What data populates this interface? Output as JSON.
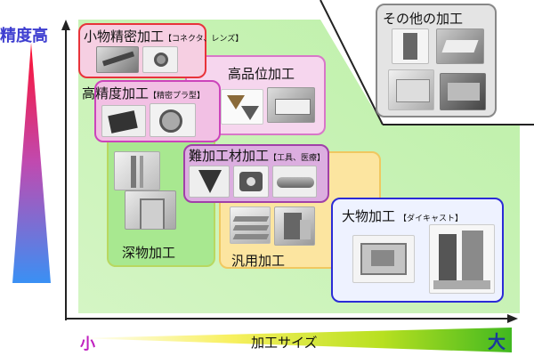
{
  "axis": {
    "y_label": "精度高",
    "x_label": "加工サイズ",
    "x_small": "小",
    "x_large": "大"
  },
  "regions": {
    "small_precision": {
      "title": "小物精密加工",
      "note": "【コネクタ、レンズ】"
    },
    "high_quality": {
      "title": "高品位加工"
    },
    "high_precision": {
      "title": "高精度加工",
      "note": "【精密プラ型】"
    },
    "difficult_material": {
      "title": "難加工材加工",
      "note": "【工具、医療】"
    },
    "deep": {
      "title": "深物加工"
    },
    "general": {
      "title": "汎用加工"
    },
    "large": {
      "title": "大物加工",
      "note": "【ダイキャスト】"
    },
    "other": {
      "title": "その他の加工"
    }
  },
  "colors": {
    "green_area": "#c8f0b8",
    "red_border": "#e8333a",
    "pink_fill": "#f4c6e8",
    "magenta_border": "#cc44cc",
    "yellow_fill": "#fbe8a0",
    "blue_border": "#2b2bd6",
    "axis_gradient_top": "#e8003c",
    "axis_gradient_bottom": "#3b8cf0"
  }
}
